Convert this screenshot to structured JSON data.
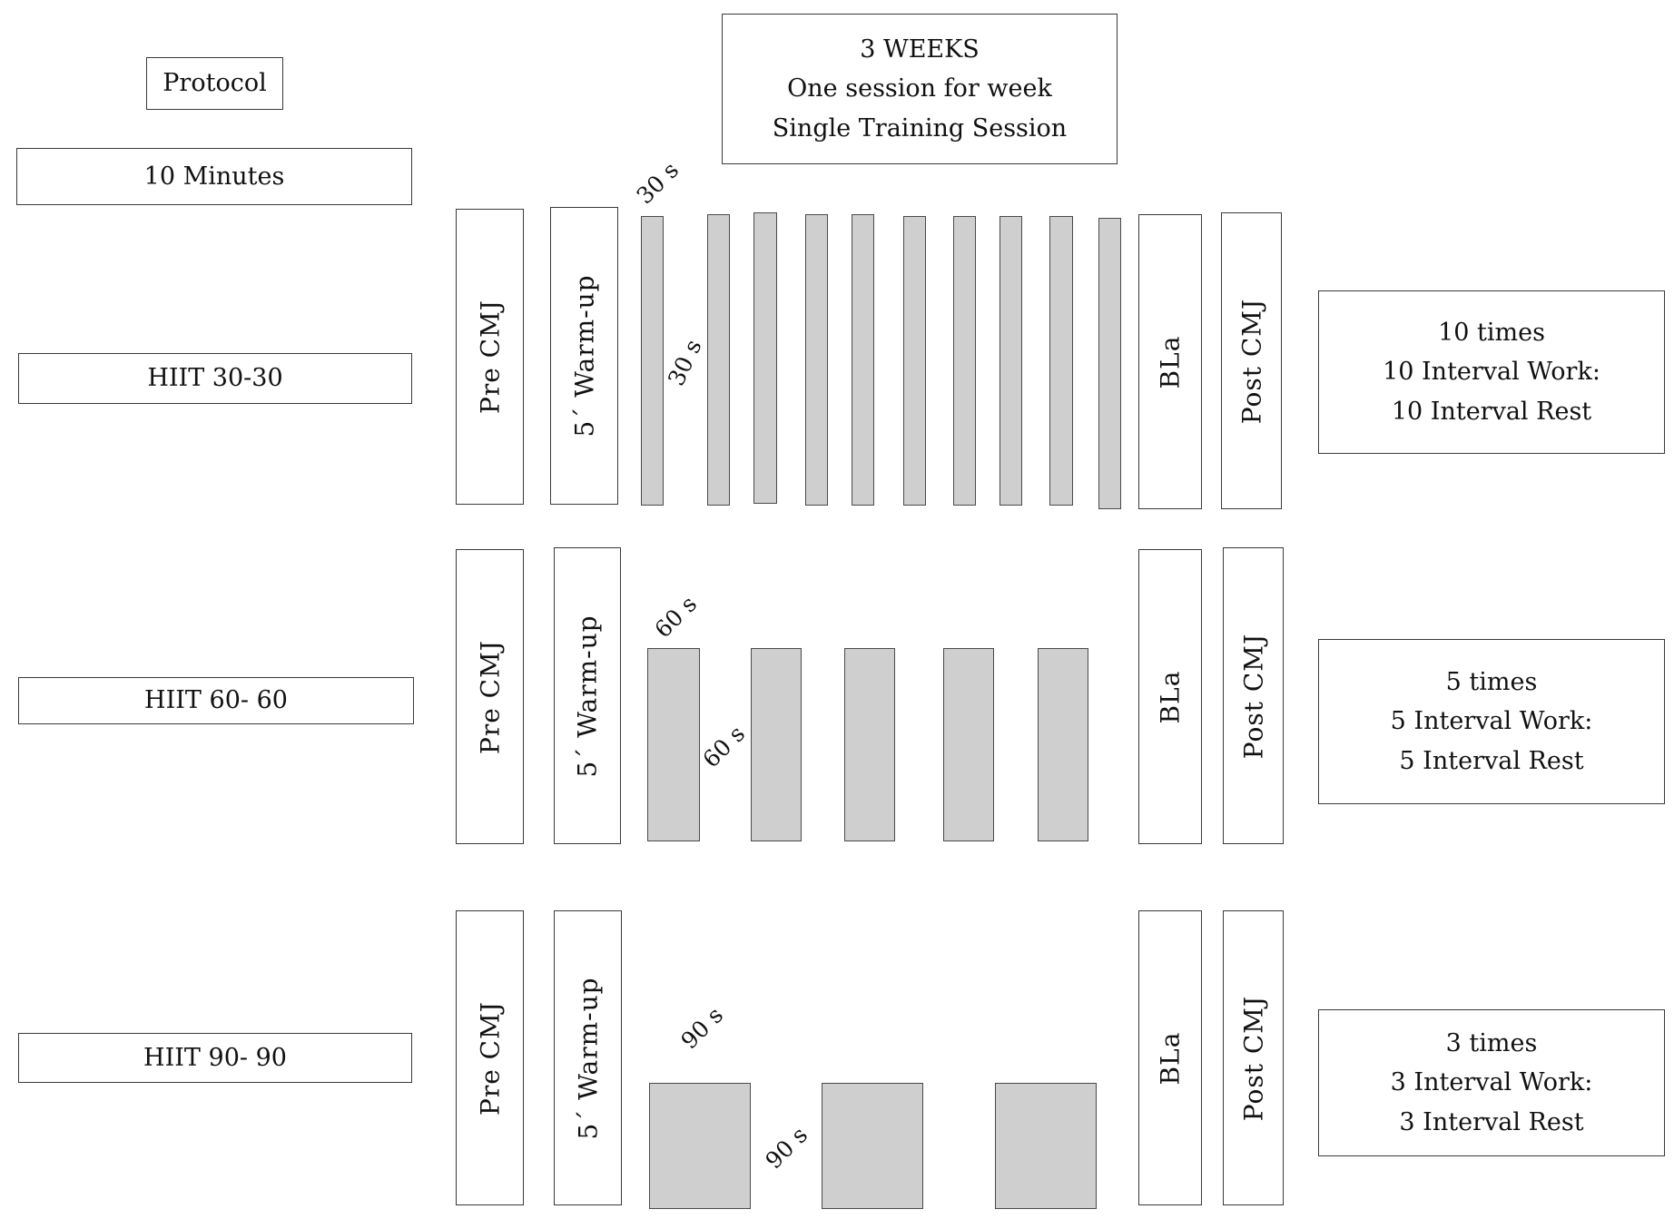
{
  "header": {
    "protocol": "Protocol",
    "weeks_lines": [
      "3 WEEKS",
      "One session for week",
      "Single Training Session"
    ]
  },
  "left_labels": {
    "duration": "10 Minutes",
    "rows": [
      "HIIT 30-30",
      "HIIT 60- 60",
      "HIIT 90- 90"
    ]
  },
  "stages": {
    "pre_cmj": "Pre CMJ",
    "warm_up": "5´ Warm-up",
    "bla": "BLa",
    "post_cmj": "Post CMJ"
  },
  "rows": [
    {
      "name": "HIIT 30-30",
      "work_label": "30 s",
      "rest_label": "30 s",
      "interval_count": 10,
      "summary": [
        "10 times",
        "10 Interval Work:",
        "10 Interval Rest"
      ]
    },
    {
      "name": "HIIT 60- 60",
      "work_label": "60 s",
      "rest_label": "60 s",
      "interval_count": 5,
      "summary": [
        "5 times",
        "5 Interval Work:",
        "5 Interval Rest"
      ]
    },
    {
      "name": "HIIT 90- 90",
      "work_label": "90 s",
      "rest_label": "90 s",
      "interval_count": 3,
      "summary": [
        "3 times",
        "3 Interval Work:",
        "3 Interval Rest"
      ]
    }
  ],
  "colors": {
    "interval_fill": "#d0cfd0",
    "border": "#3a3a3a"
  }
}
